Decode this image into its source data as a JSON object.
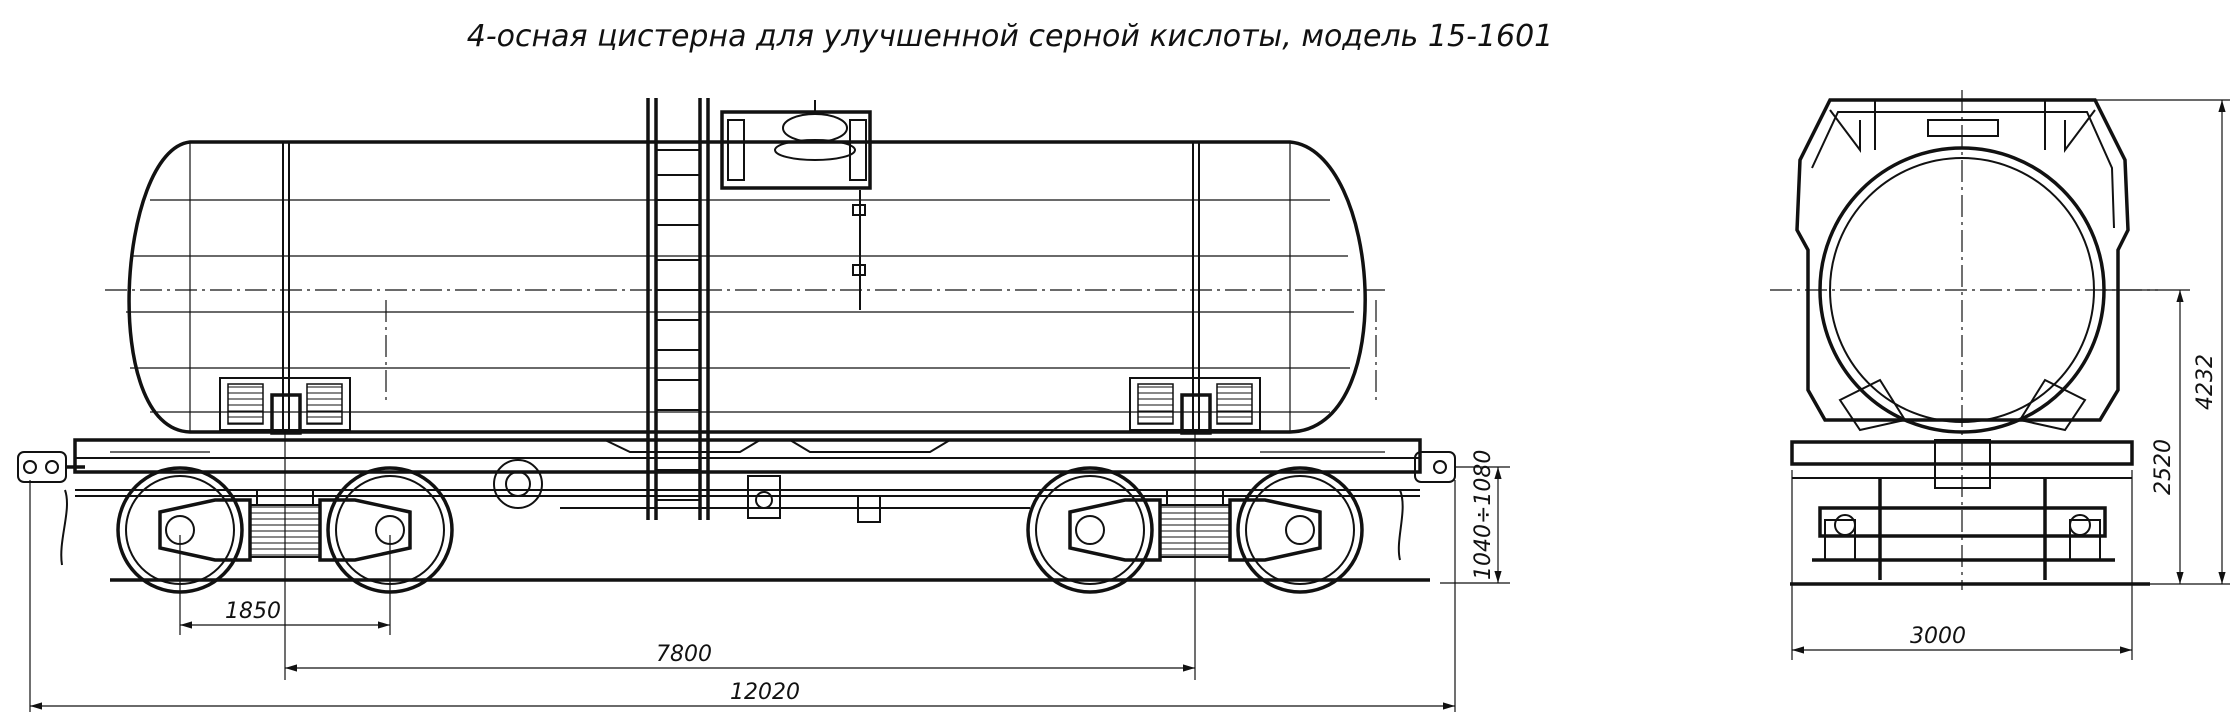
{
  "title": "4-осная цистерна  для улучшенной  серной  кислоты, модель 15-1601",
  "dimensions": {
    "bogie_base": "1850",
    "truck_centers": "7800",
    "overall_length": "12020",
    "coupler_height": "1040÷1080",
    "width": "3000",
    "axis_height": "2520",
    "total_height": "4232"
  }
}
